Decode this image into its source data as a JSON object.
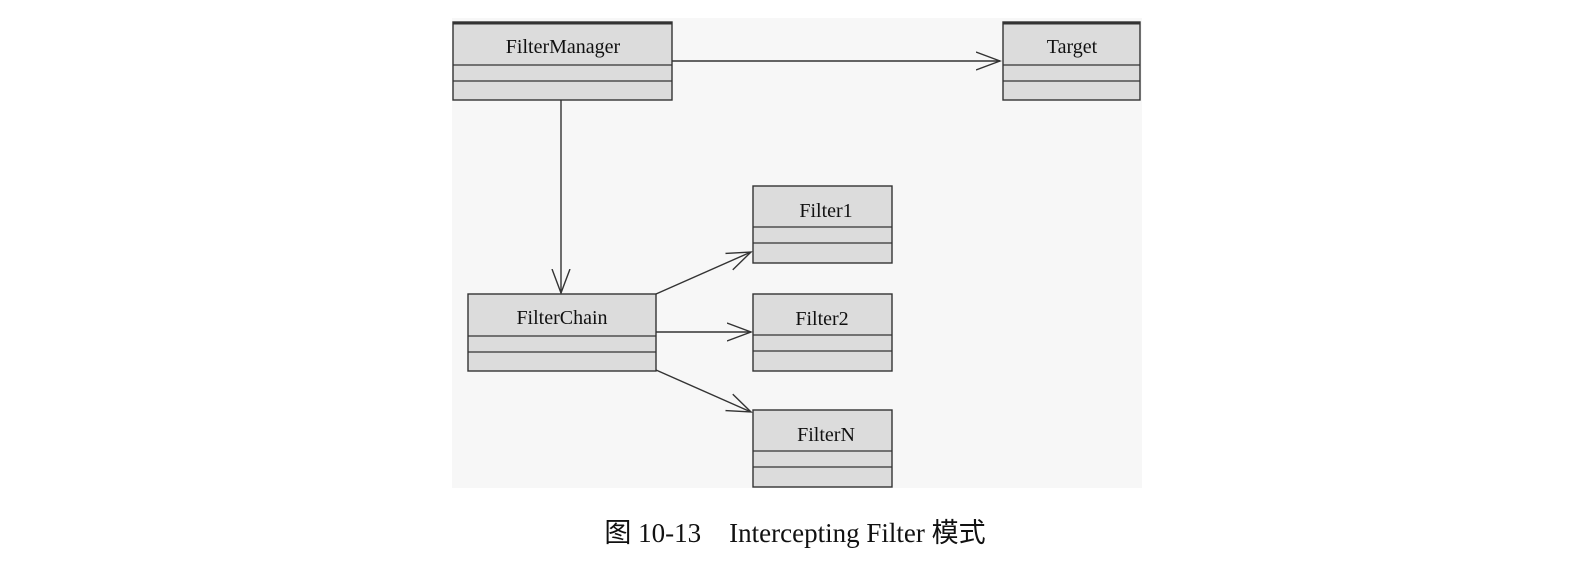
{
  "diagram": {
    "classes": {
      "filter_manager": "FilterManager",
      "target": "Target",
      "filter_chain": "FilterChain",
      "filter1": "Filter1",
      "filter2": "Filter2",
      "filterN": "FilterN"
    },
    "colors": {
      "box_fill": "#dcdcdc",
      "box_stroke": "#333333",
      "line": "#333333",
      "background": "#f7f7f7"
    }
  },
  "caption": {
    "figure_label": "图 10-13",
    "title": "Intercepting Filter 模式"
  }
}
